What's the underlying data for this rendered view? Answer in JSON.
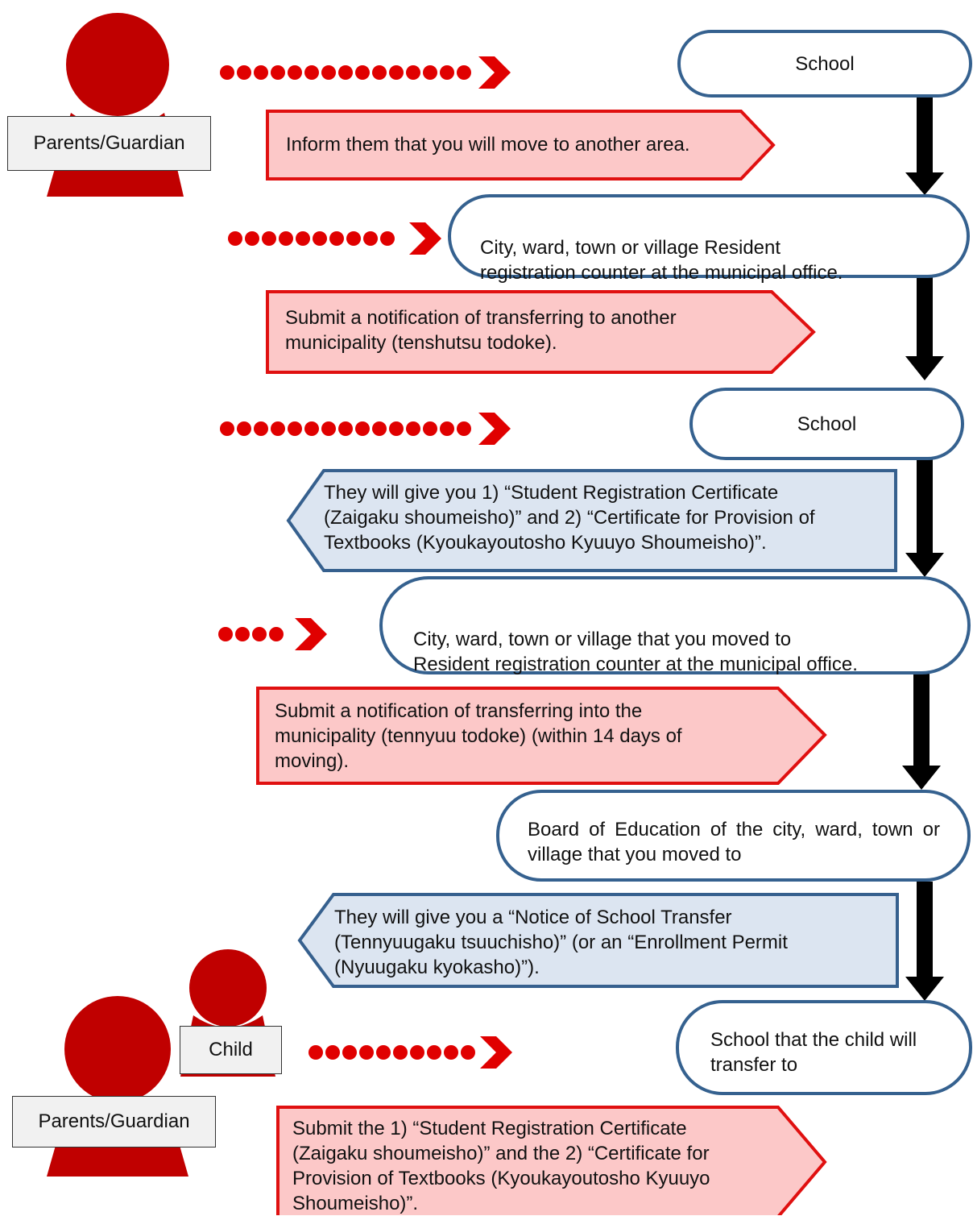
{
  "colors": {
    "red": "#c00000",
    "pink_fill": "#fcc8c8",
    "pink_border": "#e01010",
    "blue_fill": "#dce5f1",
    "blue_border": "#36608e",
    "stadium_border": "#35618f"
  },
  "actors": {
    "guardian_top": "Parents/Guardian",
    "child": "Child",
    "guardian_bottom": "Parents/Guardian"
  },
  "offices": {
    "school_1": "School",
    "municipal_office_1": "City, ward, town or village      Resident\nregistration counter at the municipal office.",
    "school_2": "School",
    "municipal_office_2": "City, ward, town or village that you moved to\nResident registration counter at the municipal office.",
    "board_of_education": "Board of Education of the city, ward, town or village that you moved to",
    "new_school": "School that the child will transfer to"
  },
  "actions": {
    "step_1": "Inform them that you will move to another area.",
    "step_2": "Submit a notification of transferring to another\nmunicipality (tenshutsu todoke).",
    "step_3": "They will give you 1) “Student Registration Certificate\n(Zaigaku shoumeisho)” and 2) “Certificate for Provision of\nTextbooks (Kyoukayoutosho Kyuuyo Shoumeisho)”.",
    "step_4": "Submit a notification of transferring into the\nmunicipality (tennyuu todoke) (within 14 days of\nmoving).",
    "step_5": "They will give you a “Notice of School Transfer\n(Tennyuugaku tsuuchisho)” (or an “Enrollment Permit\n(Nyuugaku kyokasho)”).",
    "step_6": "Submit the 1) “Student Registration Certificate\n(Zaigaku shoumeisho)” and the 2) “Certificate for\nProvision of Textbooks (Kyoukayoutosho Kyuuyo\nShoumeisho)”."
  }
}
